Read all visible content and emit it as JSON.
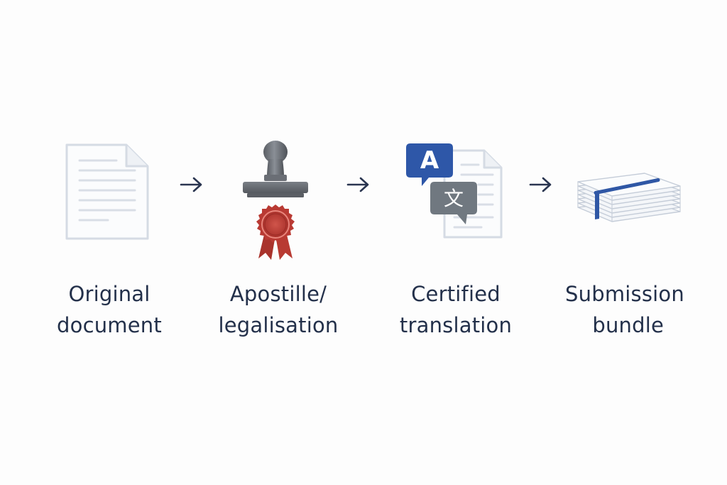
{
  "steps": [
    {
      "id": "original",
      "line1": "Original",
      "line2": "document",
      "icon": "document-icon"
    },
    {
      "id": "apostille",
      "line1": "Apostille/",
      "line2": "legalisation",
      "icon": "stamp-seal-icon"
    },
    {
      "id": "translation",
      "line1": "Certified",
      "line2": "translation",
      "icon": "translation-icon"
    },
    {
      "id": "bundle",
      "line1": "Submission",
      "line2": " bundle",
      "icon": "paper-stack-icon"
    }
  ],
  "translation_glyphs": {
    "latin": "A",
    "cjk": "文"
  },
  "colors": {
    "text": "#23304a",
    "arrow": "#2a3550",
    "doc_outline": "#d5dbe4",
    "doc_lines": "#d9dee6",
    "stamp_gray": "#6b6f76",
    "seal_red": "#b93a33",
    "bubble_blue": "#2e57a8",
    "bubble_gray": "#707880",
    "band_blue": "#2f57a5"
  }
}
